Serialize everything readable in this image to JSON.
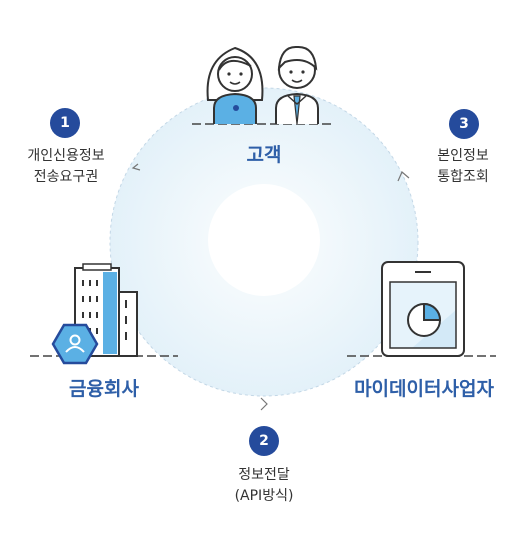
{
  "nodes": {
    "customer": "고객",
    "financial": "금융회사",
    "mydata": "마이데이터사업자"
  },
  "steps": [
    {
      "number": "1",
      "lines": [
        "개인신용정보",
        "전송요구권"
      ]
    },
    {
      "number": "2",
      "lines": [
        "정보전달",
        "(API방식)"
      ]
    },
    {
      "number": "3",
      "lines": [
        "본인정보",
        "통합조회"
      ]
    }
  ],
  "colors": {
    "accent": "#254b9c",
    "label": "#2e5fa8",
    "ring_fill": "#e9f4fa",
    "light_blue": "#5bb0e4"
  }
}
